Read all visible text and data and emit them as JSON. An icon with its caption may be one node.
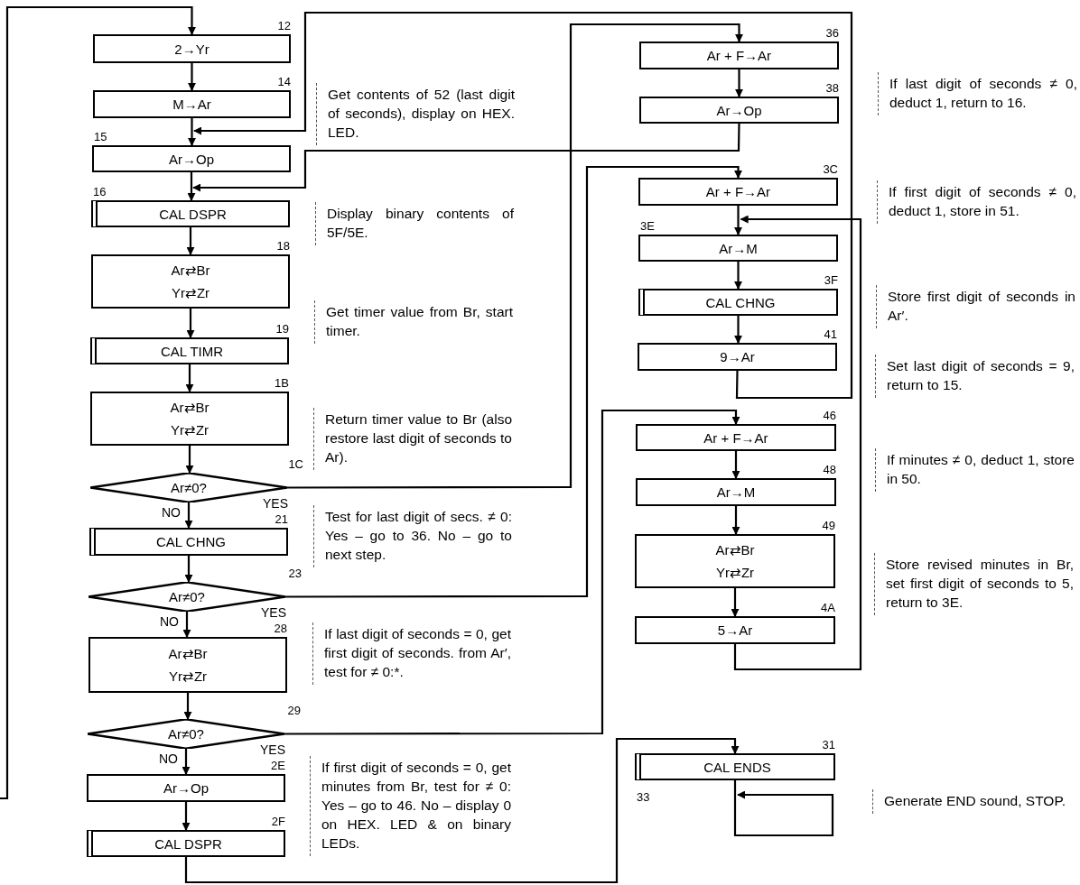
{
  "diagram": {
    "nodes": [
      {
        "text": [
          "2→Yr"
        ],
        "beside": [
          "12"
        ]
      },
      {
        "text": [
          "M→Ar"
        ],
        "beside": [
          "14"
        ]
      },
      {
        "text": [
          "Ar→Op"
        ],
        "beside": [
          "15"
        ]
      },
      {
        "text": [
          "CAL DSPR"
        ],
        "beside": [
          "16"
        ]
      },
      {
        "text": [
          "Ar⇄Br",
          "Yr⇄Zr"
        ],
        "beside": [
          "18"
        ]
      },
      {
        "text": [
          "CAL TIMR"
        ],
        "beside": [
          "19"
        ]
      },
      {
        "text": [
          "Ar⇄Br",
          "Yr⇄Zr"
        ],
        "beside": [
          "1B"
        ]
      },
      {
        "text": [
          "Ar≠0?"
        ],
        "beside": [
          "1C"
        ]
      },
      {
        "text": [
          "CAL CHNG"
        ],
        "beside": [
          "21"
        ]
      },
      {
        "text": [
          "Ar≠0?"
        ],
        "beside": [
          "23"
        ]
      },
      {
        "text": [
          "Ar⇄Br",
          "Yr⇄Zr"
        ],
        "beside": [
          "28"
        ]
      },
      {
        "text": [
          "Ar≠0?"
        ],
        "beside": [
          "29"
        ]
      },
      {
        "text": [
          "Ar→Op"
        ],
        "beside": [
          "2E"
        ]
      },
      {
        "text": [
          "CAL DSPR"
        ],
        "beside": [
          "2F"
        ]
      },
      {
        "text": [
          "Ar + F→Ar"
        ],
        "beside": [
          "36"
        ]
      },
      {
        "text": [
          "Ar→Op"
        ],
        "beside": [
          "38"
        ]
      },
      {
        "text": [
          "Ar + F→Ar"
        ],
        "beside": [
          "3C"
        ]
      },
      {
        "text": [
          "Ar→M"
        ],
        "beside": [
          "3E"
        ]
      },
      {
        "text": [
          "CAL CHNG"
        ],
        "beside": [
          "3F"
        ]
      },
      {
        "text": [
          "9→Ar"
        ],
        "beside": [
          "41"
        ]
      },
      {
        "text": [
          "Ar + F→Ar"
        ],
        "beside": [
          "46"
        ]
      },
      {
        "text": [
          "Ar→M"
        ],
        "beside": [
          "48"
        ]
      },
      {
        "text": [
          "Ar⇄Br",
          "Yr⇄Zr"
        ],
        "beside": [
          "49"
        ]
      },
      {
        "text": [
          "5→Ar"
        ],
        "beside": [
          "4A"
        ]
      },
      {
        "text": [
          "CAL ENDS"
        ],
        "beside": [
          "31",
          "33"
        ]
      }
    ],
    "edges": [
      {
        "from": null,
        "to": 0,
        "arrow": "to"
      },
      {
        "from": 0,
        "to": 1,
        "arrow": "to"
      },
      {
        "from": 1,
        "to": 2,
        "arrow": "to"
      },
      {
        "from": 2,
        "to": 3,
        "arrow": "to"
      },
      {
        "from": 3,
        "to": 4,
        "arrow": "to"
      },
      {
        "from": 4,
        "to": 5,
        "arrow": "to"
      },
      {
        "from": 5,
        "to": 6,
        "arrow": "to"
      },
      {
        "from": 6,
        "to": 7,
        "arrow": "to"
      },
      {
        "from": 7,
        "to": 8,
        "arrow": "to",
        "label": "NO"
      },
      {
        "from": 7,
        "to": 14,
        "arrow": "to",
        "label": "YES"
      },
      {
        "from": 8,
        "to": 9,
        "arrow": "to"
      },
      {
        "from": 9,
        "to": 10,
        "arrow": "to",
        "label": "NO"
      },
      {
        "from": 9,
        "to": 16,
        "arrow": "to",
        "label": "YES"
      },
      {
        "from": 10,
        "to": 11,
        "arrow": "to"
      },
      {
        "from": 11,
        "to": 12,
        "arrow": "to",
        "label": "NO"
      },
      {
        "from": 11,
        "to": 20,
        "arrow": "to",
        "label": "YES"
      },
      {
        "from": 12,
        "to": 13,
        "arrow": "to"
      },
      {
        "from": 13,
        "to": 24,
        "arrow": "to"
      },
      {
        "from": 14,
        "to": 15,
        "arrow": "to"
      },
      {
        "from": 15,
        "to": 3,
        "arrow": "to"
      },
      {
        "from": 16,
        "to": 17,
        "arrow": "to"
      },
      {
        "from": 17,
        "to": 18,
        "arrow": "to"
      },
      {
        "from": 18,
        "to": 19,
        "arrow": "to"
      },
      {
        "from": 19,
        "to": 2,
        "arrow": "to"
      },
      {
        "from": 20,
        "to": 21,
        "arrow": "to"
      },
      {
        "from": 21,
        "to": 22,
        "arrow": "to"
      },
      {
        "from": 22,
        "to": 23,
        "arrow": "to"
      },
      {
        "from": 23,
        "to": 17,
        "arrow": "to"
      },
      {
        "from": 24,
        "to": 24,
        "arrow": "to"
      }
    ],
    "labels": [
      "Get contents of 52 (last digit of seconds), display on HEX. LED.",
      "Display binary contents of 5F/5E.",
      "Get timer value from Br, start timer.",
      "Return timer value to Br (also restore last digit of seconds to Ar).",
      "Test for last digit of secs. ≠ 0: Yes – go to 36. No – go to next step.",
      "If last digit of seconds = 0, get first digit of seconds. from Ar′, test for ≠ 0:*.",
      "If first digit of seconds = 0, get minutes from Br, test for ≠ 0: Yes – go to 46. No – display 0 on HEX. LED & on binary LEDs.",
      "If last digit of seconds ≠ 0, deduct 1, return to 16.",
      "If first digit of seconds ≠ 0, deduct 1, store in 51.",
      "Store first digit of seconds in Ar′.",
      "Set last digit of seconds = 9, return to 15.",
      "If minutes ≠ 0, deduct 1, store in 50.",
      "Store revised minutes in Br, set first digit of seconds to 5, return to 3E.",
      "Generate END sound, STOP."
    ]
  }
}
